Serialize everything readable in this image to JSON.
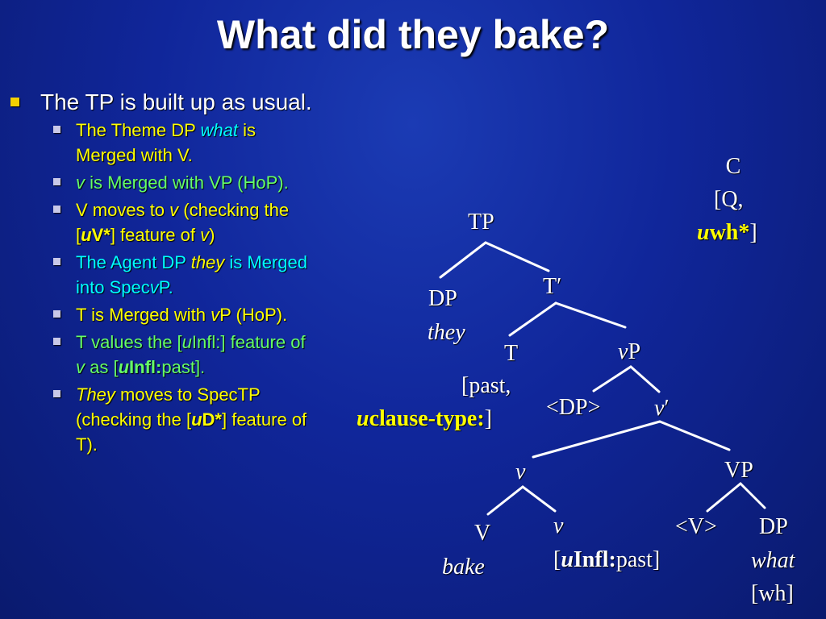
{
  "title": "What did they bake?",
  "bullets": {
    "main": "The TP is built up as usual.",
    "sub1": {
      "a": "The Theme DP ",
      "b": "what",
      "c": " is Merged with V."
    },
    "sub2": {
      "a": "v",
      "b": " is Merged with VP (HoP)."
    },
    "sub3": {
      "a": "V moves to ",
      "b": "v",
      "c": " (checking the [",
      "d": "u",
      "e": "V*",
      "f": "] feature of ",
      "g": "v",
      "h": ")"
    },
    "sub4": {
      "a": "The Agent DP ",
      "b": "they",
      "c": " is Merged into Spec",
      "d": "v",
      "e": "P."
    },
    "sub5": {
      "a": "T is Merged with ",
      "b": "v",
      "c": "P (HoP)."
    },
    "sub6": {
      "a": "T values the [",
      "b": "u",
      "c": "Infl:] feature of ",
      "d": "v",
      "e": " as [",
      "f": "u",
      "g": "Infl:",
      "h": "past]."
    },
    "sub7": {
      "a": "They",
      "b": " moves to SpecTP (checking the [",
      "c": "u",
      "d": "D*",
      "e": "] feature of T)."
    }
  },
  "tree": {
    "c_label": "C",
    "c_feat1": "[Q,",
    "c_feat2_u": "u",
    "c_feat2_wh": "wh*",
    "c_feat2_close": "]",
    "tp": "TP",
    "dp_subj": "DP",
    "dp_subj_word": "they",
    "tbar": "T′",
    "t": "T",
    "t_feat1": "[past,",
    "t_feat2_u": "u",
    "t_feat2_ct": "clause-type:",
    "t_feat2_close": "]",
    "vp_little_v": "v",
    "vp_little_p": "P",
    "dp_trace": "<DP>",
    "vbar_v": "v",
    "vbar_prime": "′",
    "v_head": "v",
    "vp_big": "VP",
    "v_big": "V",
    "v_big_word": "bake",
    "v_small": "v",
    "v_small_feat_open": "[",
    "v_small_feat_u": "u",
    "v_small_feat_infl": "Infl:",
    "v_small_feat_val": "past]",
    "v_trace": "<V>",
    "dp_obj": "DP",
    "dp_obj_word": "what",
    "dp_obj_feat": "[wh]"
  }
}
